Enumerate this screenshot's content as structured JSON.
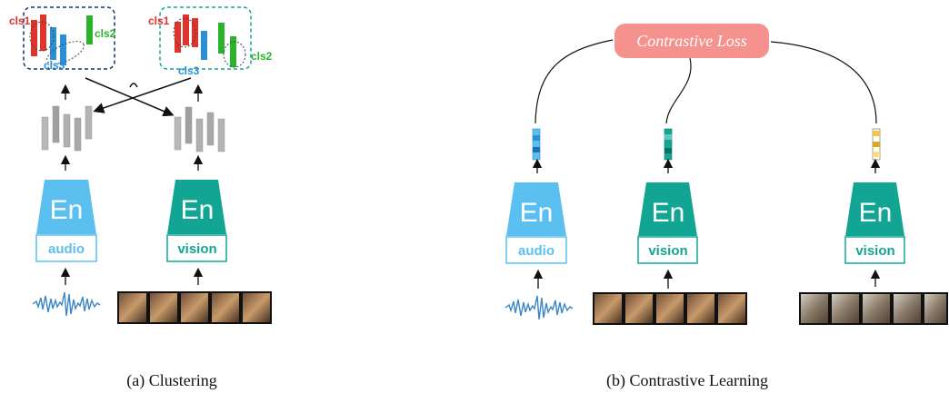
{
  "panel_a": {
    "caption": "(a) Clustering",
    "encoder_label": "En",
    "audio_label": "audio",
    "vision_label": "vision",
    "audio_clusters": {
      "cls1": "cls1",
      "cls2": "cls2",
      "cls3": "cls3"
    },
    "vision_clusters": {
      "cls1": "cls1",
      "cls2": "cls2",
      "cls3": "cls3"
    }
  },
  "panel_b": {
    "caption": "(b) Contrastive Learning",
    "loss_label": "Contrastive Loss",
    "encoder_label": "En",
    "audio_label": "audio",
    "vision_label": "vision",
    "vision2_label": "vision"
  },
  "colors": {
    "audio": "#5bbff0",
    "vision": "#13a594",
    "loss": "#f6928e",
    "cls1": "#e0332c",
    "cls2": "#2bb32b",
    "cls3": "#2a8fd6"
  }
}
